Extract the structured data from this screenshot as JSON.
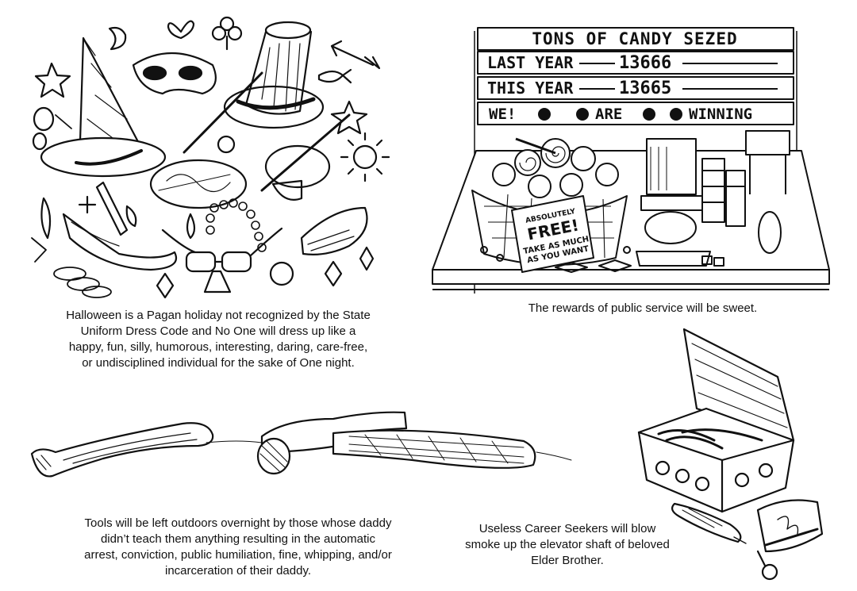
{
  "panels": {
    "halloween": {
      "caption_lines": [
        "Halloween is a Pagan holiday not recognized by the State",
        "Uniform Dress Code and No One will dress up like a",
        "happy, fun, silly, humorous, interesting, daring, care-free,",
        "or undisciplined individual for the sake of One night."
      ],
      "illustration": "halloween-costume-items"
    },
    "candy": {
      "sign": {
        "headline": "TONS OF CANDY SEZED",
        "last_year_label": "LAST YEAR",
        "last_year_value": "13666",
        "this_year_label": "THIS YEAR",
        "this_year_value": "13665",
        "slogan_we": "WE!",
        "slogan_are": "ARE",
        "slogan_winning": "WINNING"
      },
      "basket_tag_lines": [
        "ABSOLUTELY",
        "FREE!",
        "TAKE AS MUCH",
        "AS YOU WANT"
      ],
      "caption": "The rewards of public service will be sweet."
    },
    "tools": {
      "caption_lines": [
        "Tools will be left outdoors overnight by those whose daddy",
        "didn’t teach them anything resulting in the automatic",
        "arrest, conviction, public humiliation, fine, whipping, and/or",
        "incarceration of their daddy."
      ],
      "illustration": "crowbar-and-hammer"
    },
    "smoke": {
      "caption_lines": [
        "Useless Career Seekers will blow",
        "smoke up the elevator shaft of beloved",
        "Elder Brother."
      ],
      "illustration": "cigar-box-cigar-and-lighter"
    }
  }
}
